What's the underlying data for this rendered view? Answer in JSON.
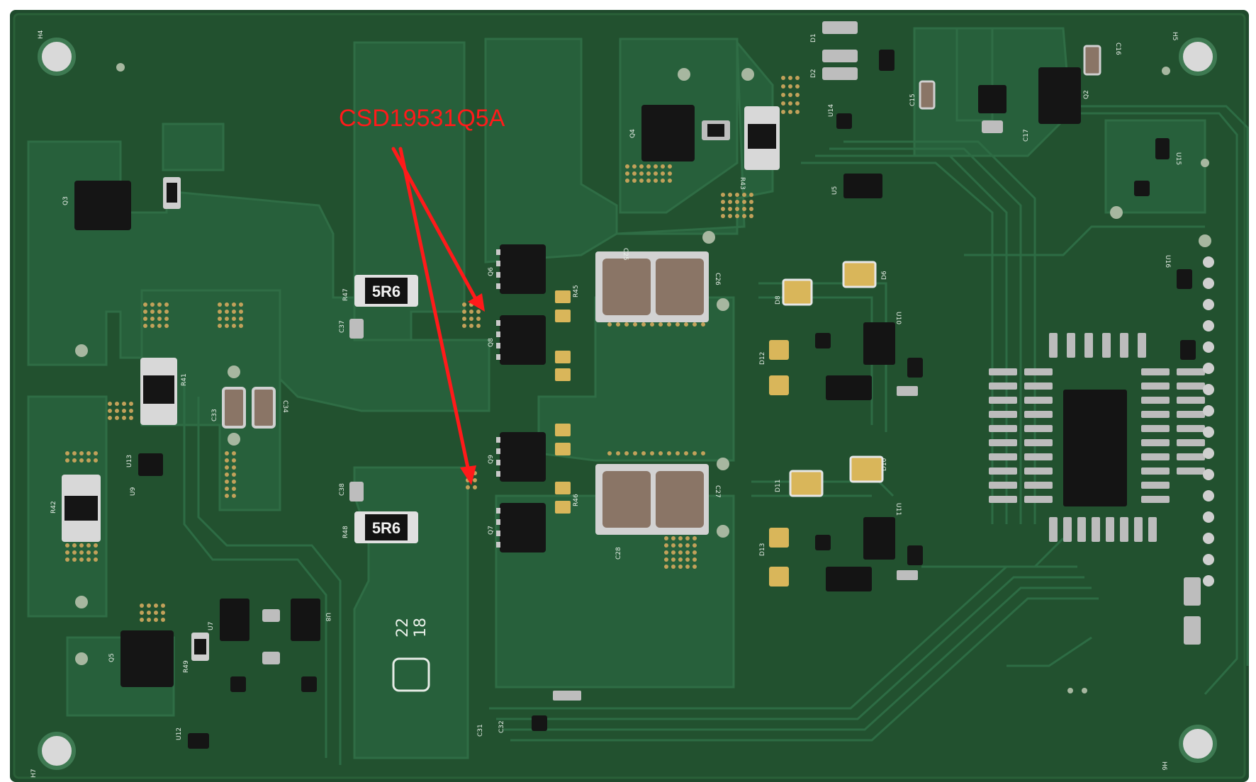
{
  "annotation": {
    "label": "CSD19531Q5A",
    "color": "#ff1a1a"
  },
  "board": {
    "base_color": "#1f4a2c",
    "pour_color": "#24583a",
    "trace_color": "#2c6a44"
  },
  "components": {
    "shunt_top": "5R6",
    "shunt_bottom": "5R6",
    "date_code_top": "18",
    "date_code_bottom": "22"
  },
  "silkscreen": {
    "q_labels": [
      "Q3",
      "Q6",
      "Q8",
      "Q9",
      "Q7",
      "Q4",
      "Q5",
      "Q2"
    ],
    "u_labels": [
      "U10",
      "U9",
      "U7",
      "U8",
      "U13",
      "U12",
      "U5",
      "U11",
      "U14",
      "U16",
      "U15"
    ],
    "c_labels": [
      "C33",
      "C34",
      "C25",
      "C26",
      "C37",
      "C38",
      "C28",
      "C27",
      "C31",
      "C32",
      "C15",
      "C16",
      "C17"
    ],
    "r_labels": [
      "R47",
      "R48",
      "R42",
      "R43",
      "R45",
      "R46",
      "R41",
      "R49"
    ],
    "d_labels": [
      "D1",
      "D2",
      "D6",
      "D8",
      "D10",
      "D11",
      "D12",
      "D13"
    ],
    "corner_labels": [
      "H4",
      "H5",
      "H6",
      "H7"
    ]
  }
}
